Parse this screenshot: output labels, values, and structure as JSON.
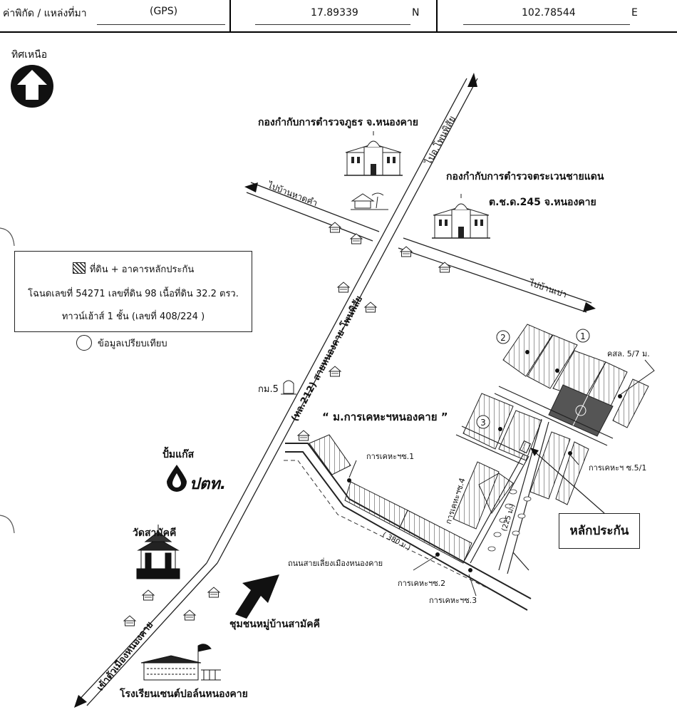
{
  "header": {
    "coord_label": "ค่าพิกัด / แหล่งที่มา",
    "source": "(GPS)",
    "latitude": "17.89339",
    "lat_dir": "N",
    "longitude": "102.78544",
    "lon_dir": "E"
  },
  "north_label": "ทิศเหนือ",
  "legend": {
    "collateral_label": "ที่ดิน + อาคารหลักประกัน",
    "deed_text": "โฉนดเลขที่ 54271 เลขที่ดิน 98 เนื้อที่ดิน 32.2 ตรว.",
    "building_text": "ทาวน์เฮ้าส์ 1 ชั้น (เลขที่ 408/224 )",
    "comparison_label": "ข้อมูลเปรียบเทียบ"
  },
  "map": {
    "roads": {
      "highway": "(ทล.212) สายหนองคาย-โพนพิสัย",
      "to_phon_phisai": "ไปอ.โพนพิสัย",
      "to_ban_hat_kham": "ไปบ้านหาดคำ",
      "to_ban_pao": "ไปบ้านเปา",
      "to_town": "เข้าตัวเมืองหนองคาย",
      "bypass": "ถนนสายเลี่ยงเมืองหนองคาย"
    },
    "places": {
      "police_provincial": "กองกำกับการตำรวจภูธร จ.หนองคาย",
      "border_patrol_1": "กองกำกับการตำรวจตระเวนชายแดน",
      "border_patrol_2": "ต.ช.ด.245 จ.หนองคาย",
      "km_marker": "กม.5",
      "village_project": "“ ม.การเคหะฯหนองคาย ”",
      "gas_station": "ปั้มแก๊ส",
      "ptt_logo": "ปตท.",
      "temple": "วัดสามัคคี",
      "community": "ชุมชนหมู่บ้านสามัคคี",
      "school": "โรงเรียนเซนต์ปอล์นหนองคาย"
    },
    "streets": {
      "soi_1": "การเคหะฯซ.1",
      "soi_2": "การเคหะฯซ.2",
      "soi_3": "การเคหะฯซ.3",
      "soi_4": "การเคหะฯซ.4",
      "soi_5_1": "การเคหะฯ ซ.5/1",
      "canal": "คสล. 5/7 ม."
    },
    "distances": {
      "d380": "( 380 ม.)",
      "d225": "(225 ม.)"
    },
    "markers": {
      "m1": "1",
      "m2": "2",
      "m3": "3"
    },
    "collateral_callout": "หลักประกัน"
  }
}
